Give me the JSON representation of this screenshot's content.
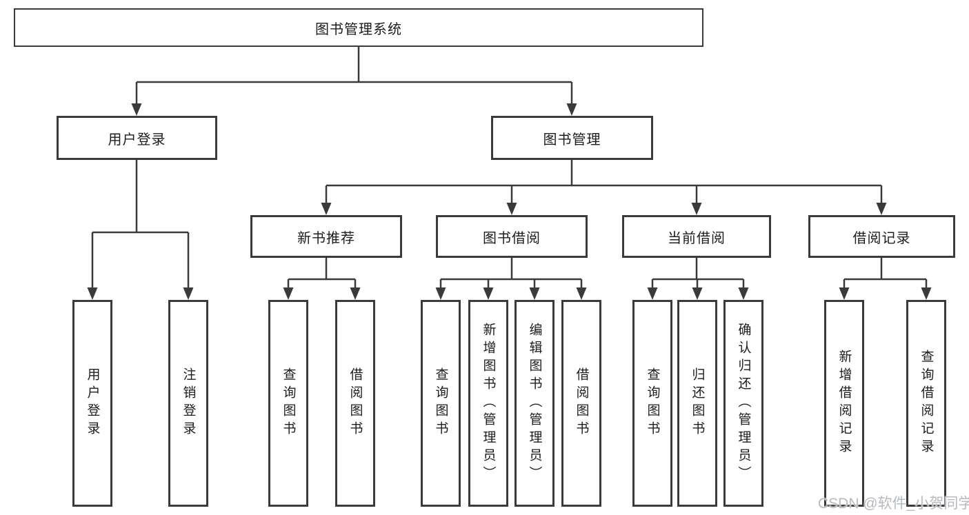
{
  "colors": {
    "line": "#3a3a3a",
    "text": "#1c1c1c",
    "background": "#ffffff",
    "watermark": "#b6babe"
  },
  "watermark": {
    "text": "CSDN @软件_小贺同学"
  },
  "tree": {
    "label": "图书管理系统",
    "children": [
      {
        "label": "用户登录",
        "children": [
          {
            "label": "用户登录"
          },
          {
            "label": "注销登录"
          }
        ]
      },
      {
        "label": "图书管理",
        "children": [
          {
            "label": "新书推荐",
            "children": [
              {
                "label": "查询图书"
              },
              {
                "label": "借阅图书"
              }
            ]
          },
          {
            "label": "图书借阅",
            "children": [
              {
                "label": "查询图书"
              },
              {
                "label": "新增图书（管理员）"
              },
              {
                "label": "编辑图书（管理员）"
              },
              {
                "label": "借阅图书"
              }
            ]
          },
          {
            "label": "当前借阅",
            "children": [
              {
                "label": "查询图书"
              },
              {
                "label": "归还图书"
              },
              {
                "label": "确认归还（管理员）"
              }
            ]
          },
          {
            "label": "借阅记录",
            "children": [
              {
                "label": "新增借阅记录"
              },
              {
                "label": "查询借阅记录"
              }
            ]
          }
        ]
      }
    ]
  }
}
